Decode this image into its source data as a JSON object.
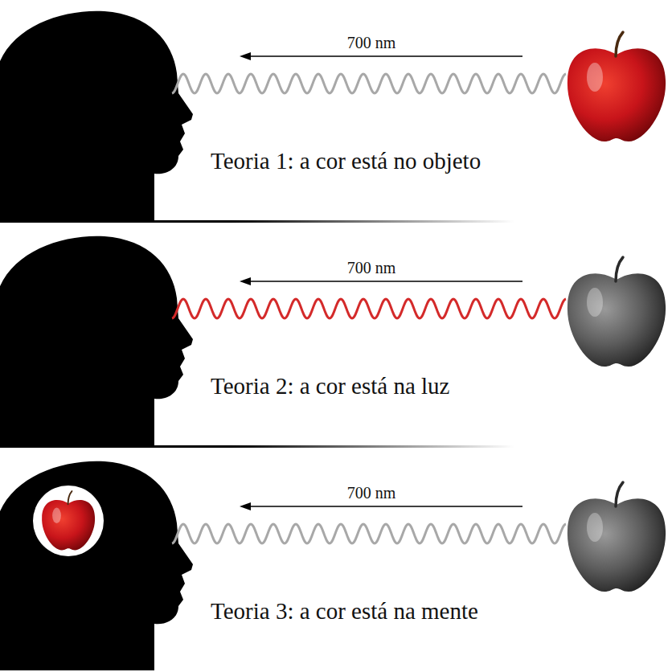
{
  "diagram": {
    "labels": [
      "700 nm",
      "Teoria 1: a cor está no objeto",
      "700 nm",
      "Teoria 2: a cor está na luz",
      "700 nm",
      "Teoria 3: a cor está na mente"
    ]
  }
}
